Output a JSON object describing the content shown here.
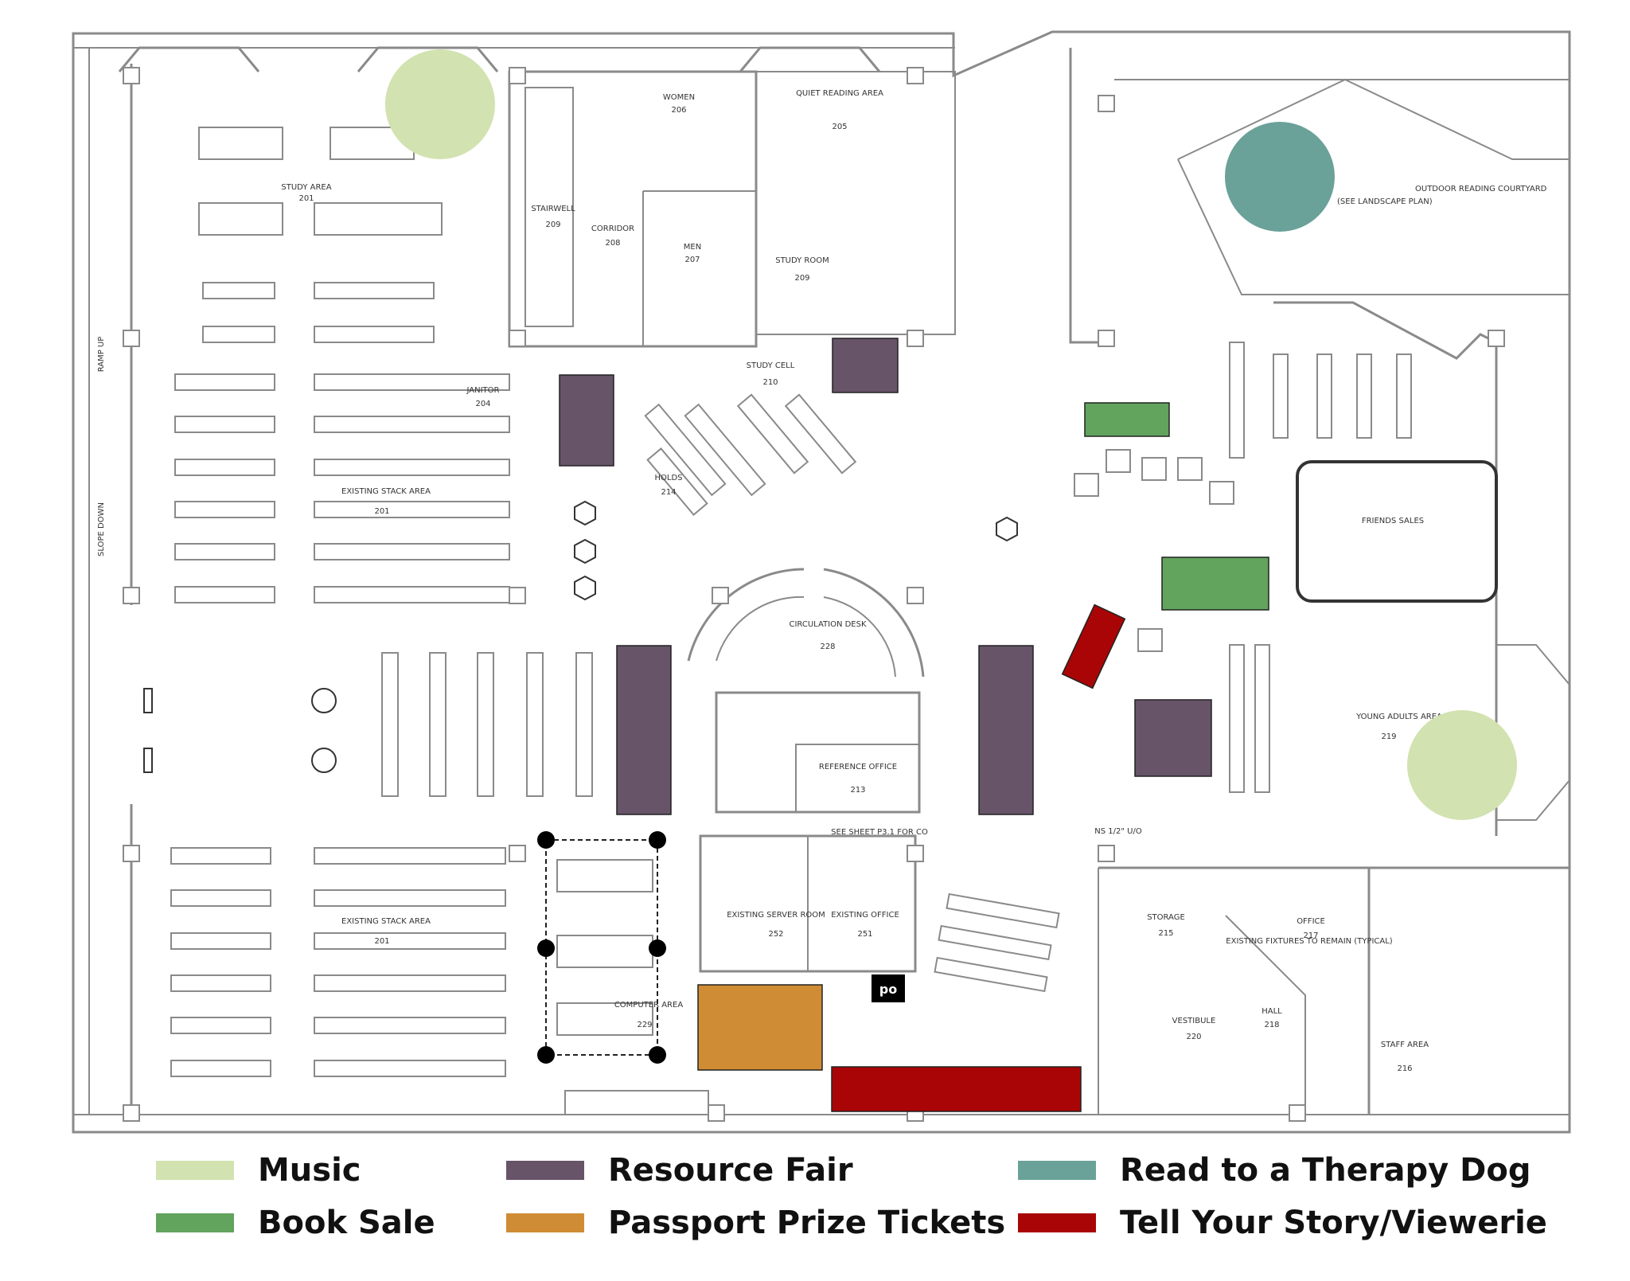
{
  "colors": {
    "music": "#d2e2b0",
    "resource_fair": "#675468",
    "therapy_dog": "#6aa199",
    "book_sale": "#62a35e",
    "passport": "#d08c34",
    "tell_story": "#a90506",
    "lines": "#888888"
  },
  "legend": {
    "music": "Music",
    "resource_fair": "Resource Fair",
    "therapy_dog": "Read to a Therapy Dog",
    "book_sale": "Book Sale",
    "passport": "Passport Prize Tickets",
    "tell_story": "Tell Your Story/Viewerie"
  },
  "po_badge": "po",
  "plan_labels": {
    "study_area": "STUDY AREA",
    "study_area_num": "201",
    "stairwell": "STAIRWELL",
    "stairwell_num": "209",
    "corridor": "CORRIDOR",
    "corridor_num": "208",
    "women": "WOMEN",
    "women_num": "206",
    "men": "MEN",
    "men_num": "207",
    "quiet_reading": "QUIET READING AREA",
    "quiet_reading_num": "205",
    "study_room": "STUDY ROOM",
    "study_room_num": "209",
    "study_cell": "STUDY CELL",
    "study_cell_num": "210",
    "janitor": "JANITOR",
    "janitor_num": "204",
    "holds": "HOLDS",
    "holds_num": "214",
    "existing_stack": "EXISTING STACK AREA",
    "existing_stack_num": "201",
    "existing_stack_2": "EXISTING STACK AREA",
    "existing_stack_2_num": "201",
    "circulation_desk": "CIRCULATION DESK",
    "circulation_desk_num": "228",
    "reference_office": "REFERENCE OFFICE",
    "reference_office_num": "213",
    "see_sheet": "SEE SHEET P3.1 FOR CO",
    "server_room": "EXISTING SERVER ROOM",
    "server_room_num": "252",
    "existing_office": "EXISTING OFFICE",
    "existing_office_num": "251",
    "computer_area": "COMPUTER AREA",
    "computer_area_num": "229",
    "storage": "STORAGE",
    "storage_num": "215",
    "vestibule": "VESTIBULE",
    "vestibule_num": "220",
    "hall": "HALL",
    "hall_num": "218",
    "office": "OFFICE",
    "office_num": "217",
    "staff_area": "STAFF AREA",
    "staff_area_num": "216",
    "young_adults": "YOUNG ADULTS AREA",
    "young_adults_num": "219",
    "courtyard": "OUTDOOR READING COURTYARD",
    "courtyard_sub": "(SEE LANDSCAPE PLAN)",
    "friends_sales": "FRIENDS SALES",
    "ramp_up": "RAMP UP",
    "slope_down": "SLOPE DOWN",
    "existing_fixtures": "EXISTING FIXTURES TO REMAIN (TYPICAL)",
    "ns_half": "NS 1/2\" U/O"
  }
}
